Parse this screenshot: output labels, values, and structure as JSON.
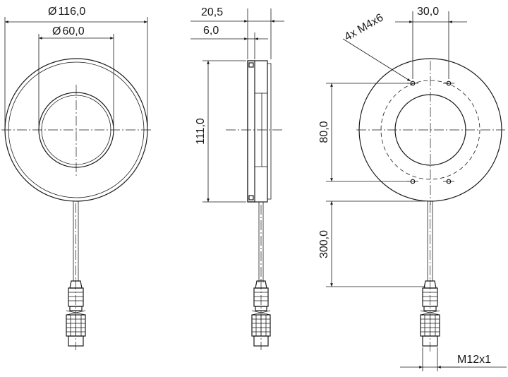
{
  "dimensions": {
    "outer_diameter": "116,0",
    "inner_diameter": "60,0",
    "total_depth": "20,5",
    "housing_depth": "6,0",
    "height": "111,0",
    "hole_spacing_horizontal": "30,0",
    "hole_spacing_vertical": "80,0",
    "thread_callout": "4x M4x6",
    "cable_length": "300,0",
    "connector_thread": "M12x1"
  },
  "symbols": {
    "diameter": "Ø"
  }
}
